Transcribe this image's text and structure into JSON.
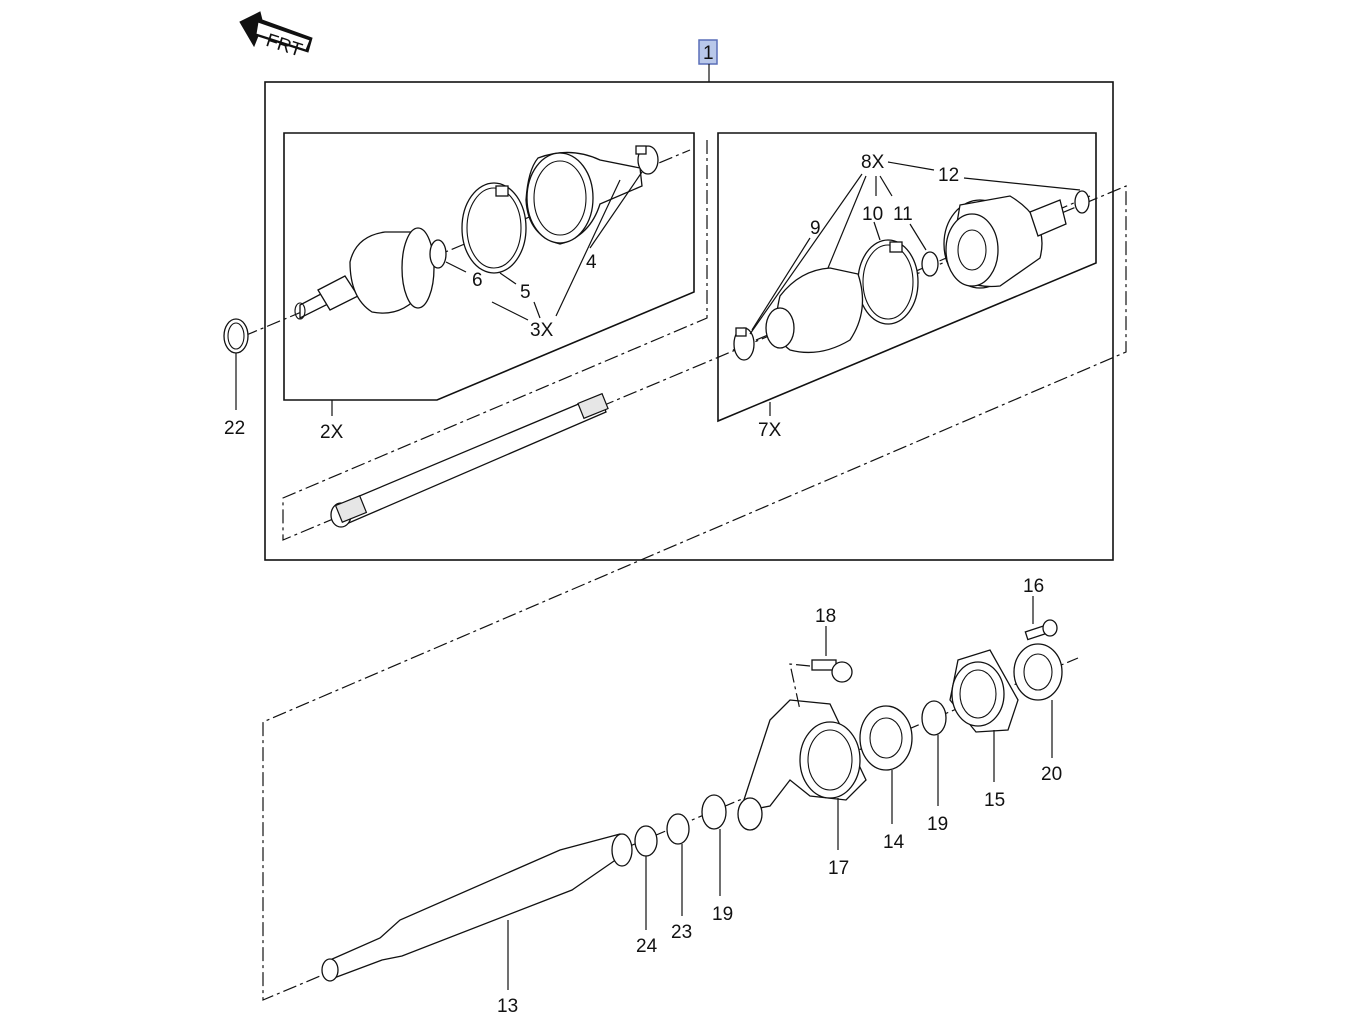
{
  "diagram": {
    "front_arrow_label": "FRT",
    "assembly_label": "1",
    "callouts": {
      "c2x": "2X",
      "c3x": "3X",
      "c4": "4",
      "c5": "5",
      "c6": "6",
      "c7x": "7X",
      "c8x": "8X",
      "c9": "9",
      "c10": "10",
      "c11": "11",
      "c12": "12",
      "c13": "13",
      "c14": "14",
      "c15": "15",
      "c16": "16",
      "c17": "17",
      "c18": "18",
      "c19a": "19",
      "c19b": "19",
      "c20": "20",
      "c22": "22",
      "c23": "23",
      "c24": "24"
    },
    "colors": {
      "line": "#111111",
      "assembly_badge": "#b9c8ea",
      "assembly_badge_border": "#5a6fb8"
    }
  }
}
